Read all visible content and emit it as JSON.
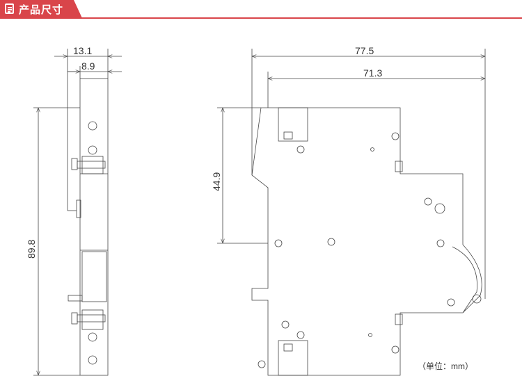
{
  "header": {
    "title": "产品尺寸",
    "icon": "document-icon",
    "accent": "#d9454a"
  },
  "side_view": {
    "width_overall": "13.1",
    "width_body": "8.9",
    "height": "89.8"
  },
  "front_view": {
    "depth_overall": "77.5",
    "depth_body": "71.3",
    "height_step": "44.9"
  },
  "unit_note": "（单位：mm）"
}
